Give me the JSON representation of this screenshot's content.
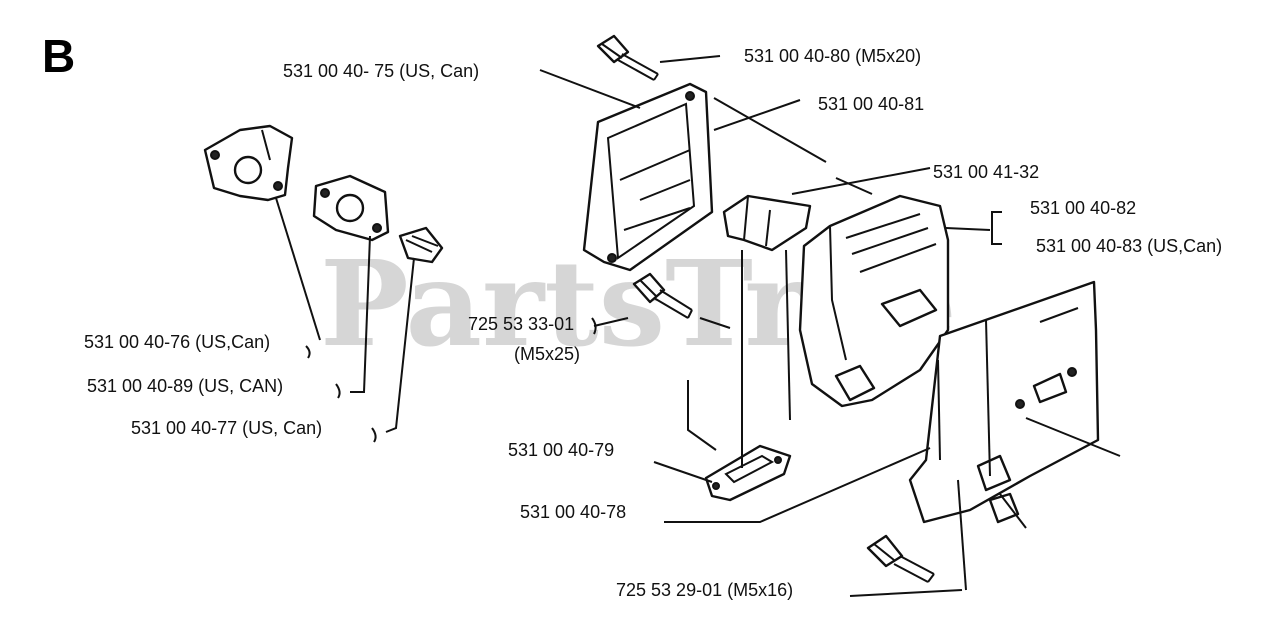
{
  "section_letter": "B",
  "watermark": "PartsTree",
  "labels": {
    "p75": "531 00 40- 75 (US, Can)",
    "p80": "531 00 40-80 (M5x20)",
    "p81": "531 00 40-81",
    "p32": "531 00 41-32",
    "p82": "531 00 40-82",
    "p83": "531 00 40-83 (US,Can)",
    "p76": "531 00 40-76 (US,Can)",
    "p89": "531 00 40-89 (US, CAN)",
    "p77": "531 00 40-77 (US, Can)",
    "p3301": "725 53 33-01",
    "p3301b": "(M5x25)",
    "p79": "531 00 40-79",
    "p78": "531 00 40-78",
    "p2901": "725 53 29-01 (M5x16)"
  }
}
